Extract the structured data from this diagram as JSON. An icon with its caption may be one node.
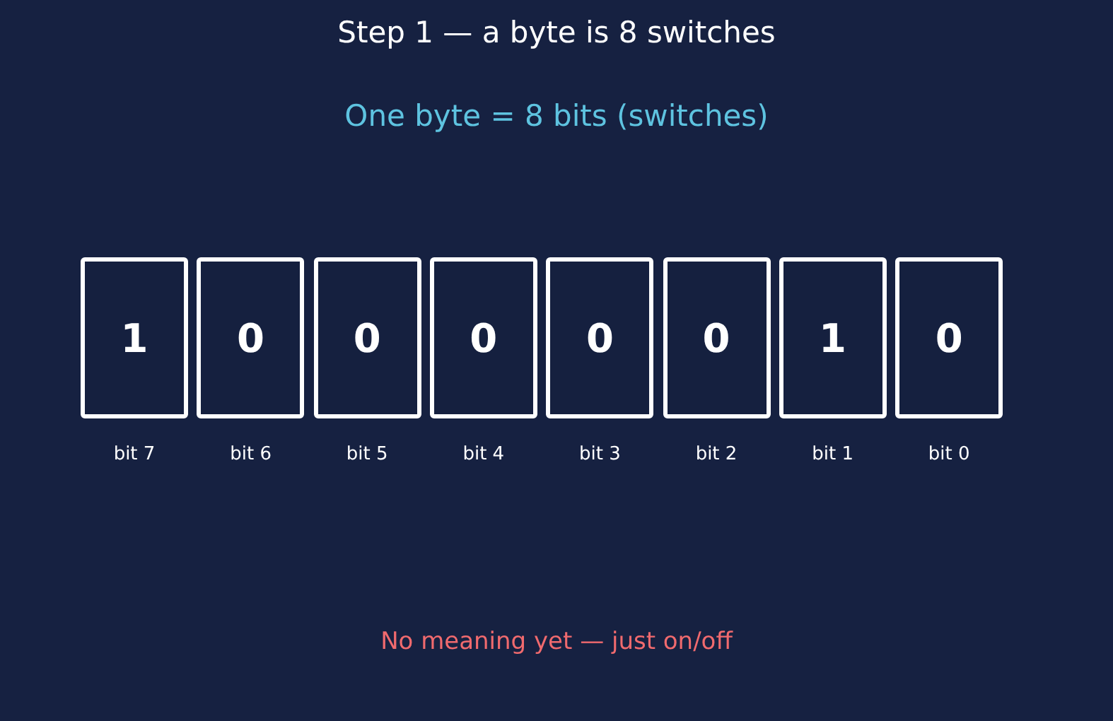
{
  "diagram": {
    "title": "Step 1 — a byte is 8 switches",
    "nodes": [
      {
        "text": [
          "1"
        ],
        "beside": [
          "bit 7"
        ]
      },
      {
        "text": [
          "0"
        ],
        "beside": [
          "bit 6"
        ]
      },
      {
        "text": [
          "0"
        ],
        "beside": [
          "bit 5"
        ]
      },
      {
        "text": [
          "0"
        ],
        "beside": [
          "bit 4"
        ]
      },
      {
        "text": [
          "0"
        ],
        "beside": [
          "bit 3"
        ]
      },
      {
        "text": [
          "0"
        ],
        "beside": [
          "bit 2"
        ]
      },
      {
        "text": [
          "1"
        ],
        "beside": [
          "bit 1"
        ]
      },
      {
        "text": [
          "0"
        ],
        "beside": [
          "bit 0"
        ]
      }
    ],
    "labels": [
      "One byte = 8 bits (switches)",
      "No meaning yet — just on/off"
    ]
  }
}
